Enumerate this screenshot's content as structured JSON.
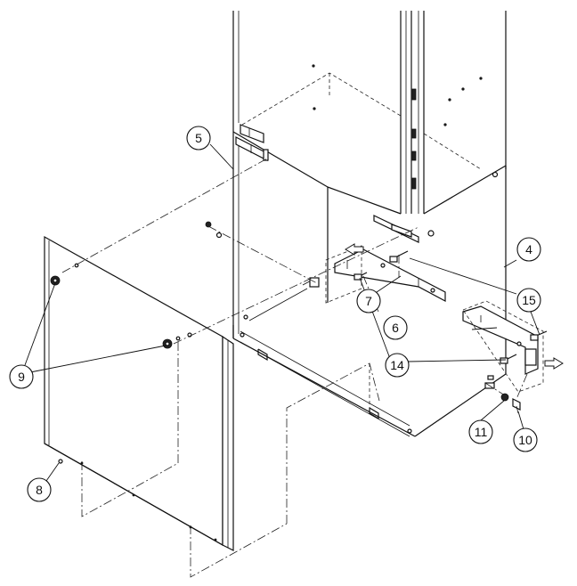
{
  "callouts": {
    "c4": "4",
    "c5": "5",
    "c6": "6",
    "c7": "7",
    "c8": "8",
    "c9": "9",
    "c10": "10",
    "c11": "11",
    "c14": "14",
    "c15": "15"
  }
}
